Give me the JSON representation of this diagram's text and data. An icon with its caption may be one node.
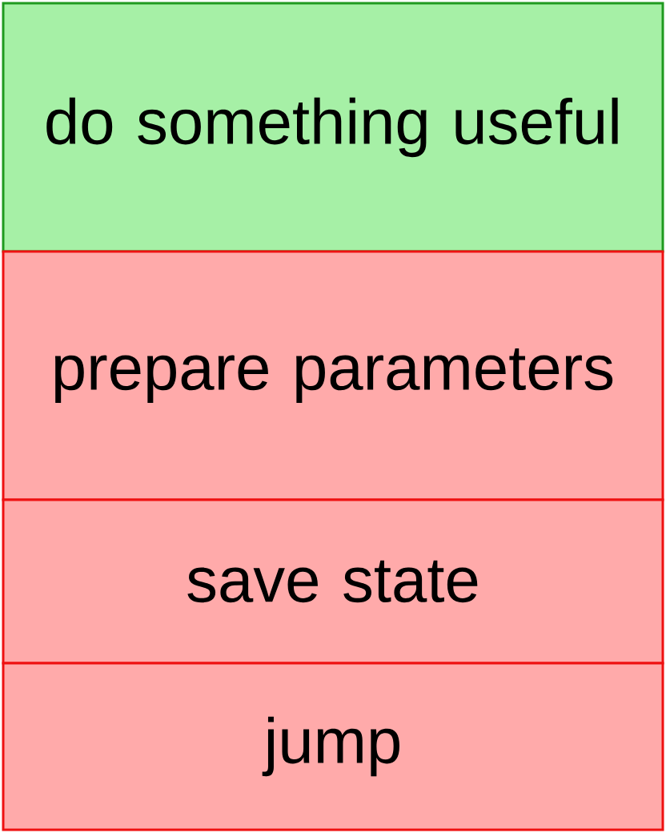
{
  "diagram": {
    "nodes": [
      {
        "text": [
          "do something useful"
        ]
      },
      {
        "text": [
          "prepare parameters"
        ]
      },
      {
        "text": [
          "save state"
        ]
      },
      {
        "text": [
          "jump"
        ]
      }
    ]
  }
}
